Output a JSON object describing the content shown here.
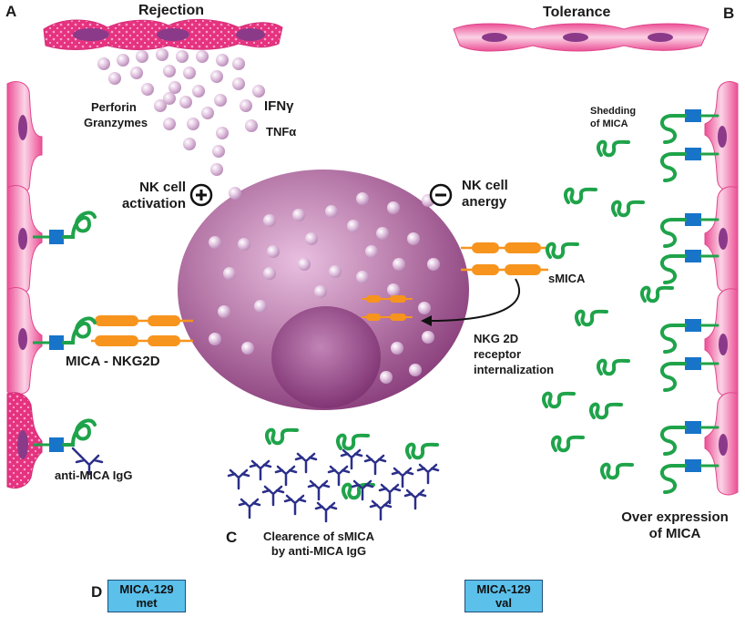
{
  "panels": {
    "a": "A",
    "b": "B",
    "c": "C",
    "d": "D"
  },
  "headings": {
    "rejection": "Rejection",
    "tolerance": "Tolerance"
  },
  "labels": {
    "perforin": "Perforin",
    "granzymes": "Granzymes",
    "ifn": "IFNγ",
    "tnf": "TNFα",
    "activation_line1": "NK cell",
    "activation_line2": "activation",
    "anergy_line1": "NK cell",
    "anergy_line2": "anergy",
    "plus_symbol": "+",
    "minus_symbol": "−",
    "mica_nkg2d": "MICA - NKG2D",
    "anti_mica_igg": "anti-MICA IgG",
    "smica": "sMICA",
    "internalization_line1": "NKG 2D",
    "internalization_line2": "receptor",
    "internalization_line3": "internalization",
    "shedding_line1": "Shedding",
    "shedding_line2": "of MICA",
    "overexpr_line1": "Over expression",
    "overexpr_line2": "of MICA",
    "clearance_line1": "Clearence of sMICA",
    "clearance_line2": "by anti-MICA IgG"
  },
  "alleles": {
    "met_line1": "MICA-129",
    "met_line2": "met",
    "val_line1": "MICA-129",
    "val_line2": "val"
  },
  "colors": {
    "cell_pink": "#e9559a",
    "cell_light": "#f7c9e0",
    "nk_purple": "#9a4f8c",
    "granule": "#c99ac4",
    "mica_green": "#1fa34a",
    "receptor_orange": "#f7941d",
    "anchor_blue": "#1874c9",
    "igg_navy": "#2b2f8a",
    "allele_box": "#5bc0ea"
  }
}
